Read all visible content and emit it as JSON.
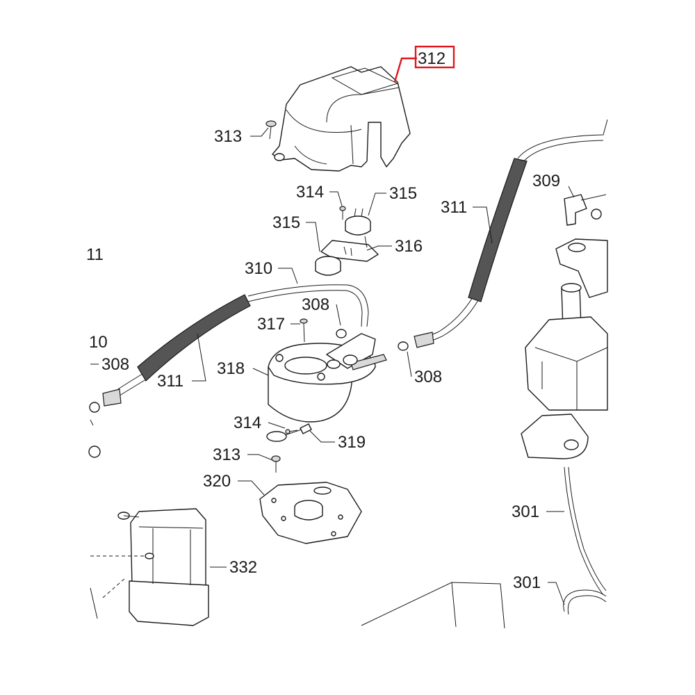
{
  "highlight_color": "#e0151b",
  "labels": {
    "312": "312",
    "313a": "313",
    "314a": "314",
    "315a": "315",
    "315b": "315",
    "316": "316",
    "310": "310",
    "311a": "311",
    "311b": "311",
    "308a": "308",
    "308b": "308",
    "308c": "308",
    "317": "317",
    "318": "318",
    "314b": "314",
    "319": "319",
    "313b": "313",
    "320": "320",
    "332": "332",
    "309": "309",
    "301a": "301",
    "301b": "301",
    "edge11": "11",
    "edge10": "10"
  }
}
